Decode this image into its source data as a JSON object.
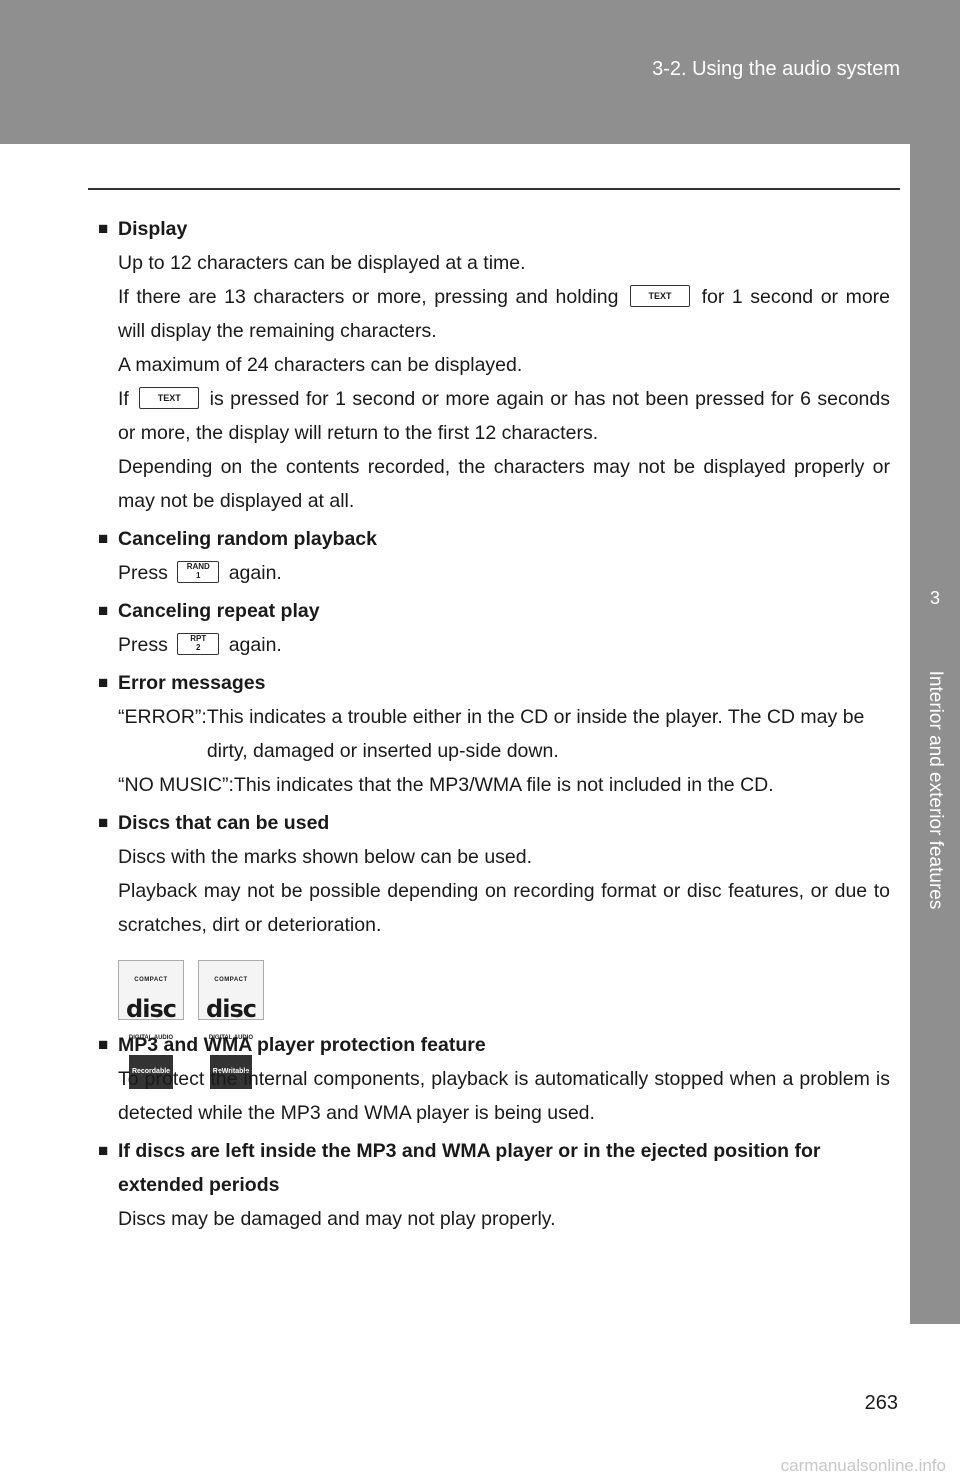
{
  "header": {
    "section": "3-2. Using the audio system"
  },
  "side_tab": {
    "number": "3",
    "label": "Interior and exterior features"
  },
  "page_number": "263",
  "watermark": "carmanualsonline.info",
  "colors": {
    "band_gray": "#8f8f8f",
    "text": "#1a1a1a"
  },
  "sections": {
    "display": {
      "bullet": "■",
      "title": "Display",
      "line1": "Up to 12 characters can be displayed at a time.",
      "line2_pre": "If there are 13 characters or more, pressing and holding",
      "line2_post": "for 1 second or more will display the remaining characters.",
      "line3": "A maximum of 24 characters can be displayed.",
      "line4_pre": "If",
      "line4_post": "is pressed for 1 second or more again or has not been pressed for 6 seconds or more, the display will return to the first 12 characters.",
      "line5": "Depending on the contents recorded, the characters may not be displayed properly or may not be displayed at all.",
      "key_label": "TEXT"
    },
    "random": {
      "bullet": "■",
      "title": "Canceling random playback",
      "pre": "Press",
      "post": "again.",
      "key_top": "RAND",
      "key_bottom": "1"
    },
    "repeat": {
      "bullet": "■",
      "title": "Canceling repeat play",
      "pre": "Press",
      "post": "again.",
      "key_top": "RPT",
      "key_bottom": "2"
    },
    "errors": {
      "bullet": "■",
      "title": "Error messages",
      "error_label": "“ERROR”: ",
      "error_text": "This indicates a trouble either in the CD or inside the player. The CD may be dirty, damaged or inserted up-side down.",
      "nomusic_text": "“NO MUSIC”:This indicates that the MP3/WMA file is not included in the CD."
    },
    "discs": {
      "bullet": "■",
      "title": "Discs that can be used",
      "line1": "Discs with the marks shown below can be used.",
      "line2": "Playback may not be possible depending on recording format or disc features, or due to scratches, dirt or deterioration.",
      "logos": [
        {
          "top": "COMPACT",
          "disc": "disc",
          "mid": "DIGITAL AUDIO",
          "bottom": "Recordable"
        },
        {
          "top": "COMPACT",
          "disc": "disc",
          "mid": "DIGITAL AUDIO",
          "bottom": "ReWritable"
        }
      ]
    },
    "protection": {
      "bullet": "■",
      "title": "MP3 and WMA player protection feature",
      "text": "To protect the internal components, playback is automatically stopped when a problem is detected while the MP3 and WMA player is being used."
    },
    "left_inside": {
      "bullet": "■",
      "title": "If discs are left inside the MP3 and WMA player or in the ejected position for extended periods",
      "text": "Discs may be damaged and may not play properly."
    }
  }
}
